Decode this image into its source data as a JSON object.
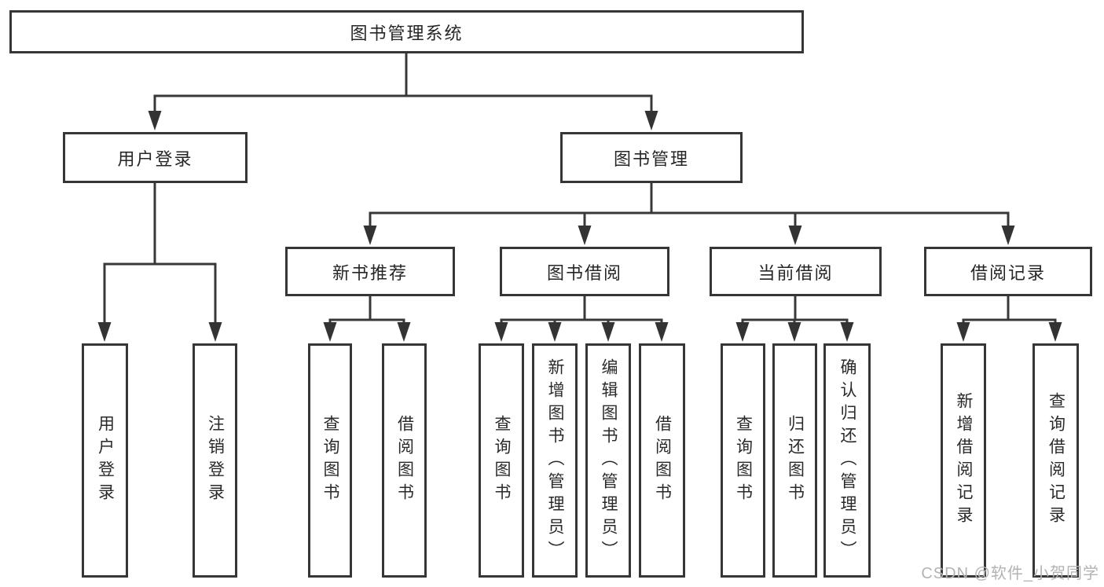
{
  "diagram": {
    "root": {
      "label": "图书管理系统"
    },
    "branches": [
      {
        "label": "用户登录",
        "children": [
          {
            "label": "用户登录"
          },
          {
            "label": "注销登录"
          }
        ]
      },
      {
        "label": "图书管理",
        "sections": [
          {
            "label": "新书推荐",
            "children": [
              {
                "label": "查询图书"
              },
              {
                "label": "借阅图书"
              }
            ]
          },
          {
            "label": "图书借阅",
            "children": [
              {
                "label": "查询图书"
              },
              {
                "label": "新增图书（管理员）"
              },
              {
                "label": "编辑图书（管理员）"
              },
              {
                "label": "借阅图书"
              }
            ]
          },
          {
            "label": "当前借阅",
            "children": [
              {
                "label": "查询图书"
              },
              {
                "label": "归还图书"
              },
              {
                "label": "确认归还（管理员）"
              }
            ]
          },
          {
            "label": "借阅记录",
            "children": [
              {
                "label": "新增借阅记录"
              },
              {
                "label": "查询借阅记录"
              }
            ]
          }
        ]
      }
    ],
    "colors": {
      "line": "#383838",
      "border": "#363636",
      "text": "#262626",
      "background": "#ffffff"
    }
  },
  "watermark": {
    "text": "CSDN @软件_小贺同学",
    "color": "#b3b3b3"
  }
}
